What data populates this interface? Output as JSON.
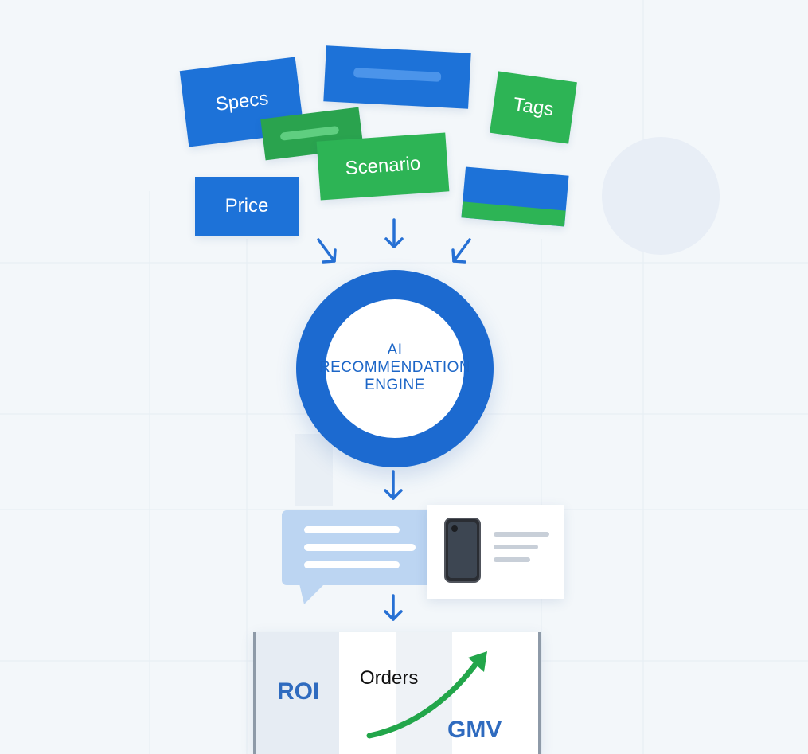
{
  "inputs": {
    "specs": "Specs",
    "tags": "Tags",
    "scenario": "Scenario",
    "price": "Price"
  },
  "engine": {
    "line1": "AI",
    "line2": "RECOMMENDATION",
    "line3": "ENGINE"
  },
  "metrics": {
    "roi": "ROI",
    "orders": "Orders",
    "gmv": "GMV"
  },
  "colors": {
    "primary_blue": "#1d72d8",
    "accent_green": "#2db455",
    "ring_blue": "#1c6ad0",
    "light_blue": "#bcd5f2",
    "background": "#f3f7fa"
  }
}
